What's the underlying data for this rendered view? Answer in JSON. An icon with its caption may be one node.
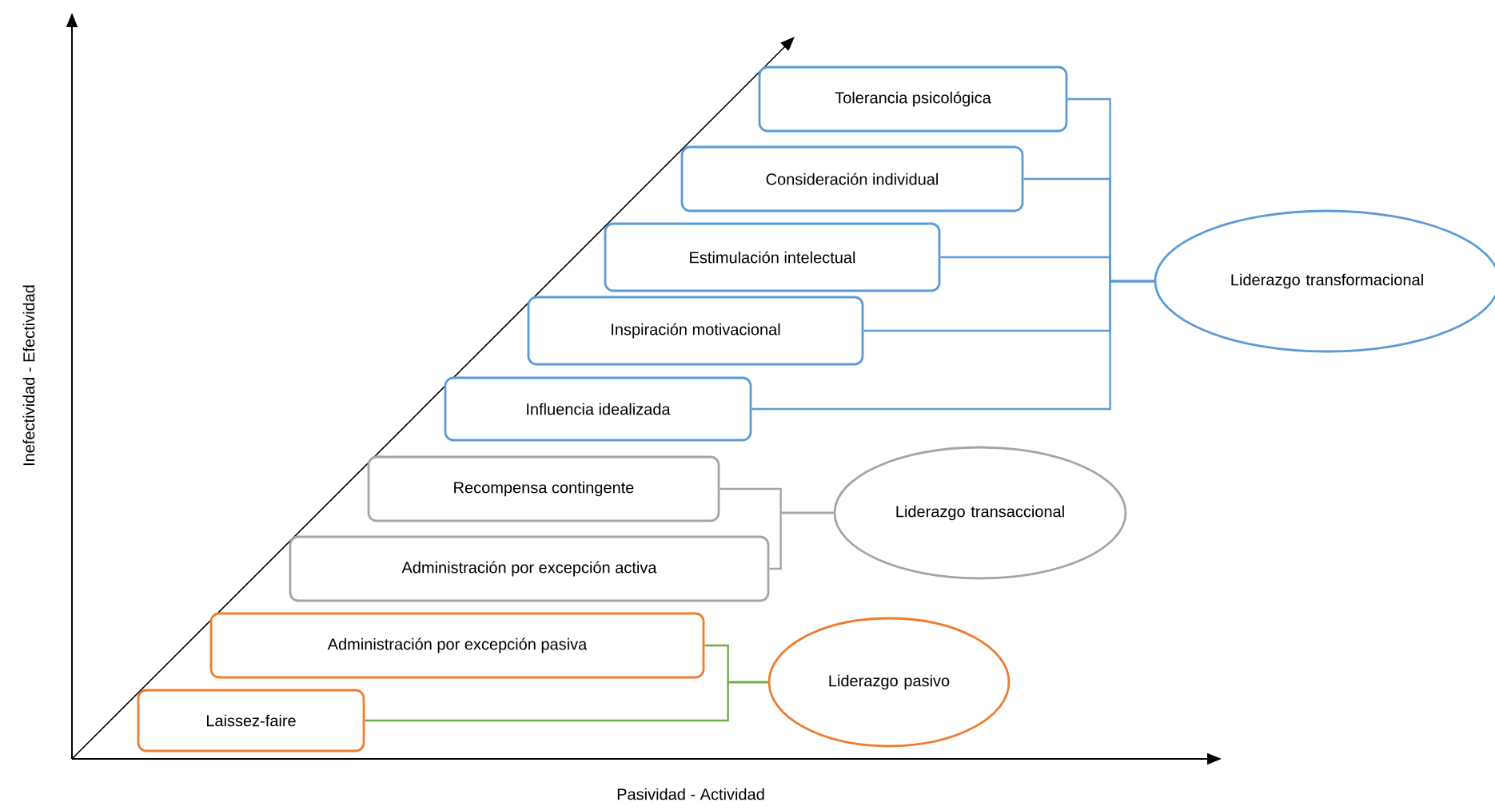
{
  "diagram": {
    "nodes": [
      {
        "text": [
          "Tolerancia psicológica"
        ]
      },
      {
        "text": [
          "Consideración individual"
        ]
      },
      {
        "text": [
          "Estimulación intelectual"
        ]
      },
      {
        "text": [
          "Inspiración motivacional"
        ]
      },
      {
        "text": [
          "Influencia idealizada"
        ]
      },
      {
        "text": [
          "Liderazgo transformacional"
        ]
      },
      {
        "text": [
          "Recompensa contingente"
        ]
      },
      {
        "text": [
          "Administración por excepción activa"
        ]
      },
      {
        "text": [
          "Liderazgo transaccional"
        ]
      },
      {
        "text": [
          "Administración por excepción pasiva"
        ]
      },
      {
        "text": [
          "Laissez-faire"
        ]
      },
      {
        "text": [
          "Liderazgo pasivo"
        ]
      }
    ],
    "edges": [
      {
        "from": 0,
        "to": 5,
        "arrow": "none"
      },
      {
        "from": 1,
        "to": 5,
        "arrow": "none"
      },
      {
        "from": 2,
        "to": 5,
        "arrow": "none"
      },
      {
        "from": 3,
        "to": 5,
        "arrow": "none"
      },
      {
        "from": 4,
        "to": 5,
        "arrow": "none"
      },
      {
        "from": 6,
        "to": 8,
        "arrow": "none",
        "color": "#a5a5a5"
      },
      {
        "from": 7,
        "to": 8,
        "arrow": "none",
        "color": "#a5a5a5"
      },
      {
        "from": 9,
        "to": 11,
        "arrow": "none",
        "color": "#70ad47"
      },
      {
        "from": 10,
        "to": 11,
        "arrow": "none",
        "color": "#70ad47"
      }
    ],
    "labels": [
      "Inefectividad - Efectividad",
      "Pasividad - Actividad"
    ]
  }
}
